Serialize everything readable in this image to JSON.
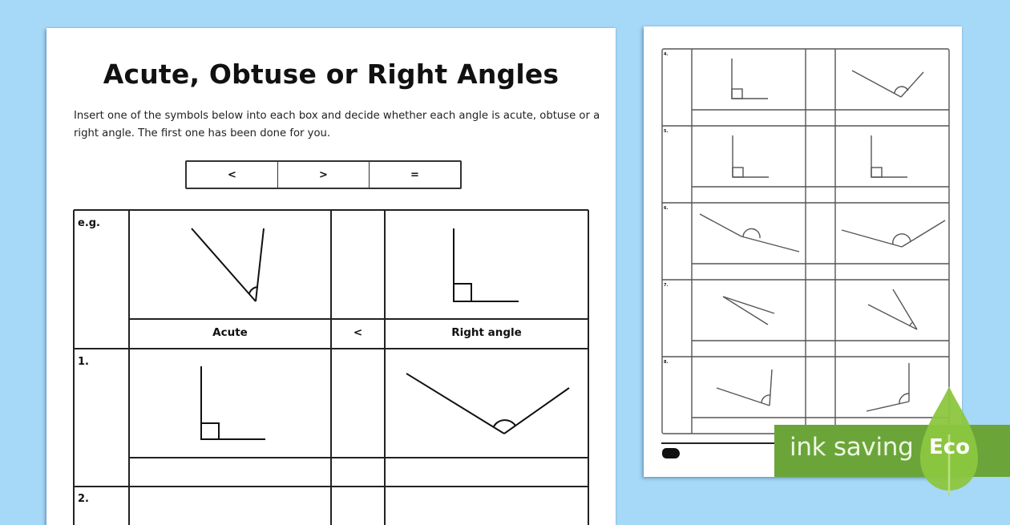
{
  "worksheet": {
    "title": "Acute, Obtuse or Right Angles",
    "instructions": "Insert one of the symbols below into each box and decide whether each angle is acute, obtuse or a right angle. The first one has been done for you.",
    "symbols": [
      "<",
      ">",
      "="
    ]
  },
  "left_table": {
    "rows": [
      {
        "label": "e.g.",
        "left_angle": "acute",
        "right_angle": "right",
        "left_answer": "Acute",
        "comparison": "<",
        "right_answer": "Right angle"
      },
      {
        "label": "1.",
        "left_angle": "right",
        "right_angle": "obtuse",
        "left_answer": "",
        "comparison": "",
        "right_answer": ""
      },
      {
        "label": "2.",
        "left_angle": "",
        "right_angle": "",
        "left_answer": "",
        "comparison": "",
        "right_answer": ""
      }
    ]
  },
  "right_table": {
    "rows": [
      {
        "label": "4.",
        "left_angle": "right",
        "right_angle": "obtuse"
      },
      {
        "label": "5.",
        "left_angle": "right",
        "right_angle": "right"
      },
      {
        "label": "6.",
        "left_angle": "obtuse",
        "right_angle": "obtuse"
      },
      {
        "label": "7.",
        "left_angle": "acute",
        "right_angle": "acute"
      },
      {
        "label": "8.",
        "left_angle": "acute",
        "right_angle": "acute"
      }
    ]
  },
  "badge": {
    "text": "ink saving",
    "word": "Eco",
    "colors": {
      "banner": "#6ba53a",
      "leaf": "#8cc63f",
      "background": "#a6d8f7"
    }
  }
}
